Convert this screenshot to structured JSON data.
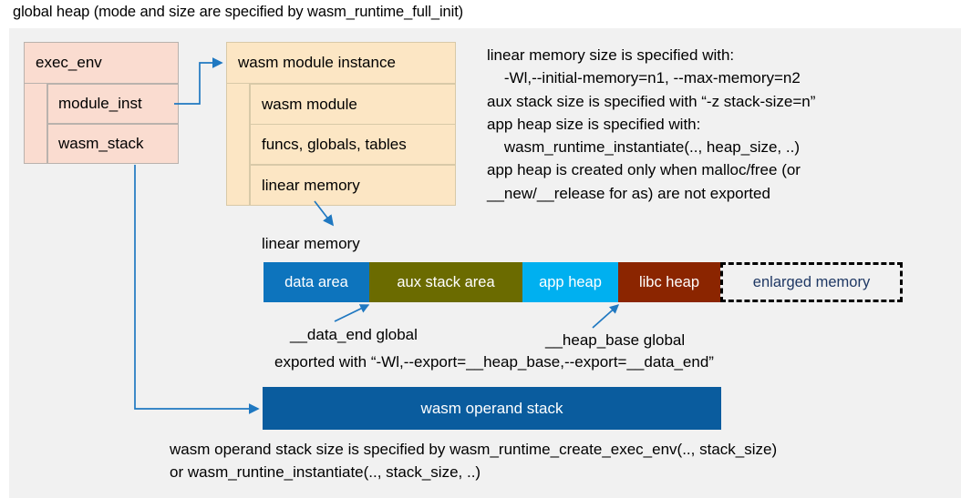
{
  "title": "global heap (mode and size are specified by wasm_runtime_full_init)",
  "colors": {
    "canvas_background": "#f1f1f1",
    "exec_env_fill": "#fadcd0",
    "exec_env_border": "#b9b2ad",
    "module_fill": "#fce6c4",
    "module_border": "#d8c9a8",
    "data_area": "#0d74bd",
    "aux_stack_area": "#6b6b00",
    "app_heap": "#00b0f0",
    "libc_heap": "#8b2500",
    "enlarged_memory_text": "#1f3864",
    "operand_stack": "#0a5c9e",
    "arrow": "#1f78c1"
  },
  "exec_env": {
    "header": "exec_env",
    "rows": [
      {
        "label": "module_inst"
      },
      {
        "label": "wasm_stack"
      }
    ]
  },
  "module_instance": {
    "header": "wasm module instance",
    "rows": [
      {
        "label": "wasm module"
      },
      {
        "label": "funcs, globals, tables"
      },
      {
        "label": "linear memory"
      }
    ]
  },
  "info_block": {
    "text": "linear memory size is specified with:\n    -Wl,--initial-memory=n1, --max-memory=n2\naux stack size is specified with “-z stack-size=n”\napp heap size is specified with:\n    wasm_runtime_instantiate(.., heap_size, ..)\napp heap is created only when malloc/free (or\n__new/__release for as) are not exported"
  },
  "linear_memory": {
    "label": "linear memory",
    "segments": [
      {
        "label": "data area",
        "color": "#0d74bd"
      },
      {
        "label": "aux stack area",
        "color": "#6b6b00"
      },
      {
        "label": "app heap",
        "color": "#00b0f0"
      },
      {
        "label": "libc heap",
        "color": "#8b2500"
      },
      {
        "label": "enlarged memory",
        "color": "#f1f1f1"
      }
    ]
  },
  "annotations": {
    "data_end": "__data_end global",
    "heap_base": "__heap_base global",
    "exported_with": "exported with “-Wl,--export=__heap_base,--export=__data_end”"
  },
  "operand_stack": {
    "label": "wasm operand stack",
    "note": "wasm operand stack size is specified by wasm_runtime_create_exec_env(.., stack_size)\nor wasm_runtine_instantiate(.., stack_size, ..)"
  }
}
